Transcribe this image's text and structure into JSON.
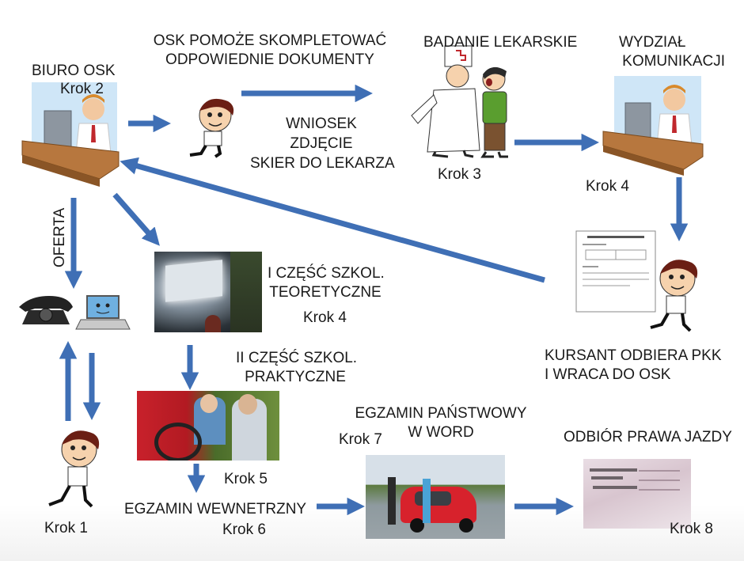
{
  "colors": {
    "arrow": "#3f6fb5",
    "arrow_dark": "#2e5a9c",
    "text": "#1a1a1a"
  },
  "labels": {
    "biuro_title": "BIURO OSK",
    "biuro_step": "Krok 2",
    "osk_help_line1": "OSK POMOŻE SKOMPLETOWAĆ",
    "osk_help_line2": "ODPOWIEDNIE DOKUMENTY",
    "docs_line1": "WNIOSEK",
    "docs_line2": "ZDJĘCIE",
    "docs_line3": "SKIER DO LEKARZA",
    "badanie_title": "BADANIE LEKARSKIE",
    "badanie_step": "Krok 3",
    "wydzial_line1": "WYDZIAŁ",
    "wydzial_line2": "KOMUNIKACJI",
    "wydzial_step": "Krok 4",
    "oferta": "OFERTA",
    "teoria_line1": "I CZĘŚĆ SZKOL.",
    "teoria_line2": "TEORETYCZNE",
    "teoria_step": "Krok 4",
    "praktyka_line1": "II CZĘŚĆ SZKOL.",
    "praktyka_line2": "PRAKTYCZNE",
    "praktyka_step": "Krok 5",
    "kursant_line1": "KURSANT ODBIERA PKK",
    "kursant_line2": "I WRACA DO OSK",
    "egz_panst_line1": "EGZAMIN PAŃSTWOWY",
    "egz_panst_line2": "W WORD",
    "egz_panst_step": "Krok 7",
    "egz_wewn_title": "EGZAMIN WEWNETRZNY",
    "egz_wewn_step": "Krok 6",
    "odbior_title": "ODBIÓR PRAWA JAZDY",
    "odbior_step": "Krok 8",
    "start_step": "Krok 1"
  },
  "icons": [
    "office-desk-clerk-icon",
    "cartoon-boy-icon",
    "doctor-patient-icon",
    "telephone-icon",
    "laptop-icon",
    "pkk-document-icon",
    "classroom-photo",
    "driving-lesson-photo",
    "exam-car-photo",
    "driving-license-photo"
  ]
}
